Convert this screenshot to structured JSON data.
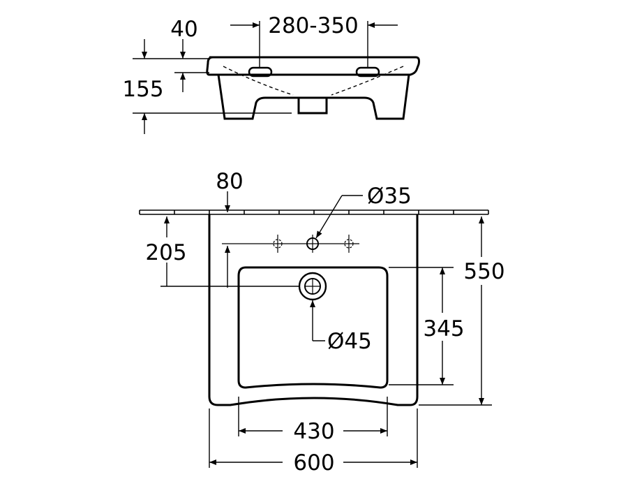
{
  "drawing": {
    "line_color": "#000000",
    "background": "#ffffff",
    "side_view": {
      "rim_label": "40",
      "height_label": "155",
      "tap_spacing_label": "280-350"
    },
    "top_view": {
      "tap_offset_label": "80",
      "tap_hole_label": "Ø35",
      "drain_offset_label": "205",
      "drain_label": "Ø45",
      "depth_label": "550",
      "bowl_depth_label": "345",
      "bowl_width_label": "430",
      "width_label": "600"
    }
  }
}
